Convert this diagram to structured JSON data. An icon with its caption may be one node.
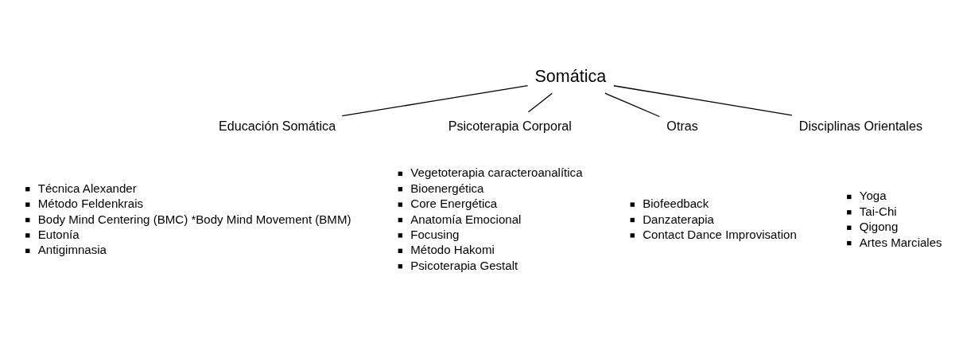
{
  "diagram": {
    "nodes": [
      {
        "text": [
          "Somática"
        ]
      },
      {
        "text": [
          "Educación Somática"
        ],
        "beside": [
          "Técnica Alexander",
          "Método Feldenkrais",
          "Body Mind Centering (BMC) *Body Mind Movement (BMM)",
          "Eutonía",
          "Antigimnasia"
        ]
      },
      {
        "text": [
          "Psicoterapia Corporal"
        ],
        "beside": [
          "Vegetoterapia caracteroanalítica",
          "Bioenergética",
          "Core Energética",
          "Anatomía Emocional",
          "Focusing",
          "Método Hakomi",
          "Psicoterapia Gestalt"
        ]
      },
      {
        "text": [
          "Otras"
        ],
        "beside": [
          "Biofeedback",
          "Danzaterapia",
          "Contact Dance Improvisation"
        ]
      },
      {
        "text": [
          "Disciplinas Orientales"
        ],
        "beside": [
          "Yoga",
          "Tai-Chi",
          "Qigong",
          "Artes Marciales"
        ]
      }
    ],
    "edges": [
      {
        "from": 0,
        "to": 1,
        "arrow": "none"
      },
      {
        "from": 0,
        "to": 2,
        "arrow": "none"
      },
      {
        "from": 0,
        "to": 3,
        "arrow": "none"
      },
      {
        "from": 0,
        "to": 4,
        "arrow": "none"
      }
    ]
  }
}
